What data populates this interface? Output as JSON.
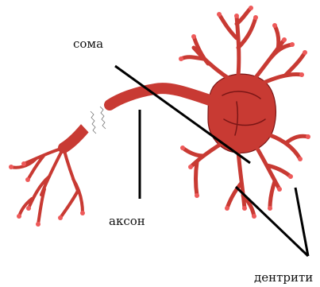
{
  "labels": {
    "soma": "сома",
    "axon": "аксон",
    "dendrites": "дентрити"
  },
  "colors": {
    "neuron_fill": "#c83a33",
    "neuron_dark": "#7a1616",
    "tip": "#ee5a5a",
    "pointer": "#000000"
  }
}
